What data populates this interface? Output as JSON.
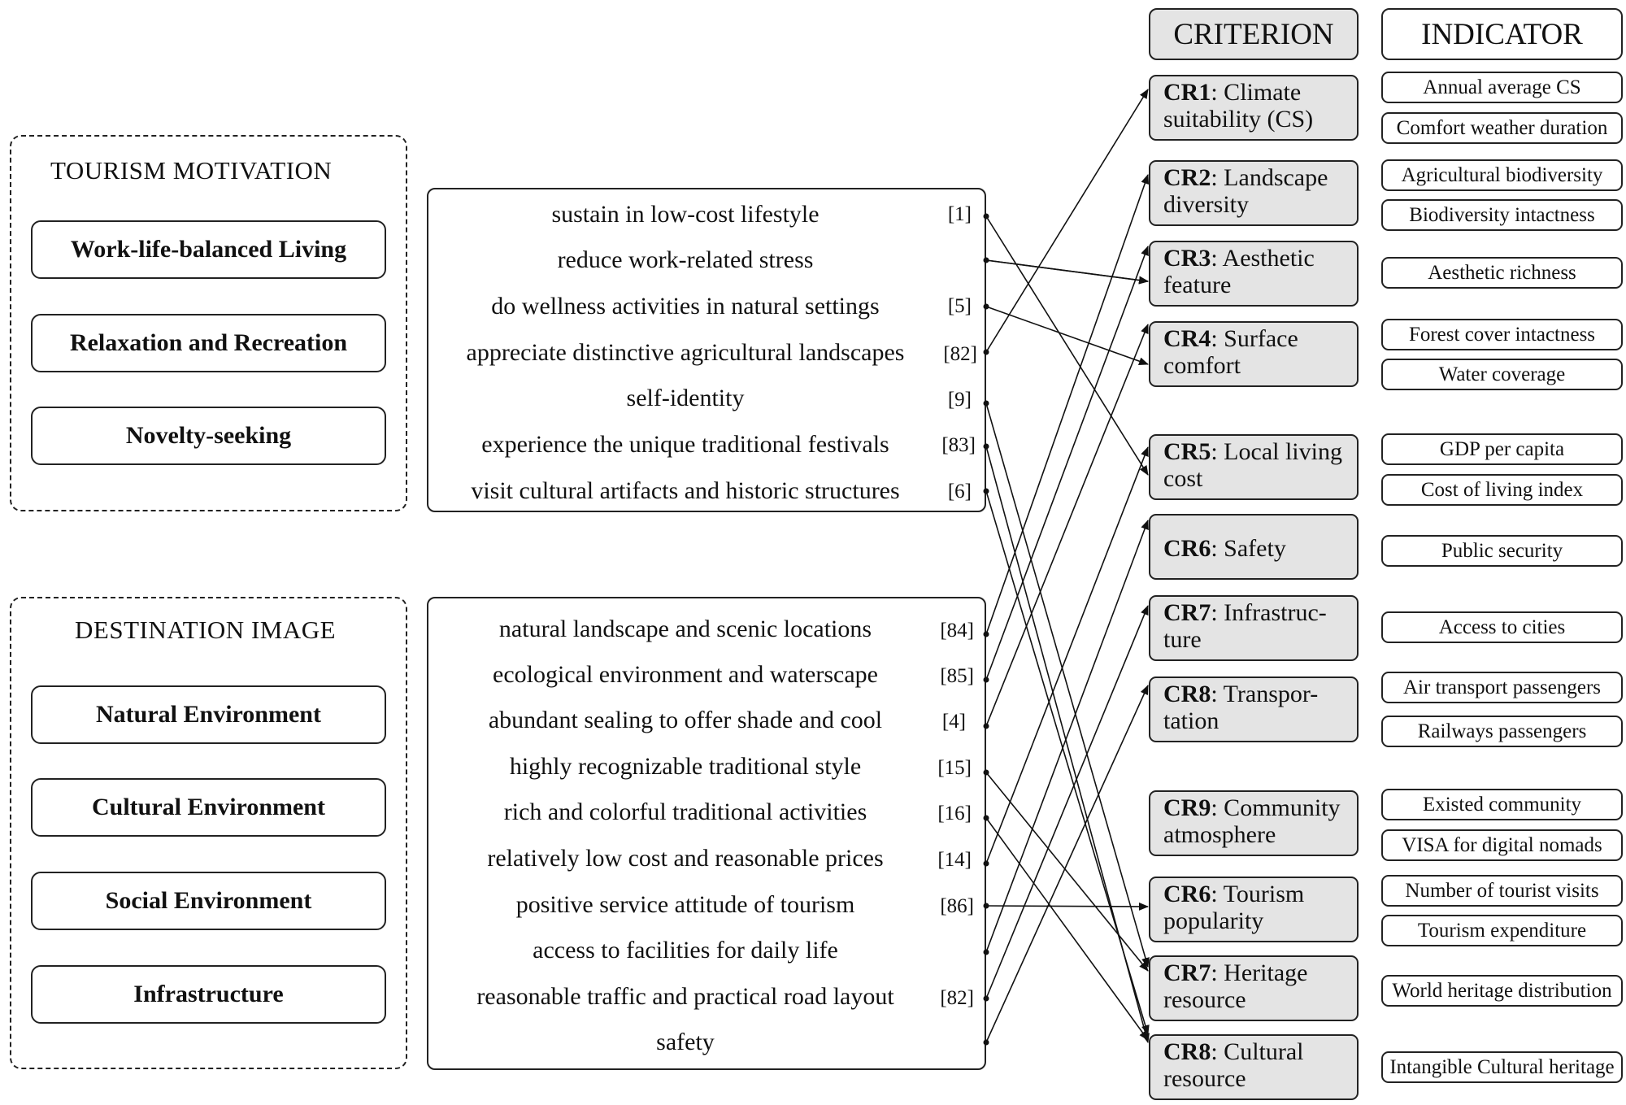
{
  "tourism_motivation": {
    "title": "TOURISM MOTIVATION",
    "items": [
      "Work-life-balanced Living",
      "Relaxation and Recreation",
      "Novelty-seeking"
    ]
  },
  "destination_image": {
    "title": "DESTINATION IMAGE",
    "items": [
      "Natural Environment",
      "Cultural Environment",
      "Social Environment",
      "Infrastructure"
    ]
  },
  "motivation_statements": [
    {
      "text": "sustain in low-cost lifestyle",
      "ref": "[1]"
    },
    {
      "text": "reduce work-related stress",
      "ref": ""
    },
    {
      "text": "do wellness activities in natural settings",
      "ref": "[5]"
    },
    {
      "text": "appreciate distinctive agricultural landscapes",
      "ref": "[82]"
    },
    {
      "text": "self-identity",
      "ref": "[9]"
    },
    {
      "text": "experience the unique traditional festivals",
      "ref": "[83]"
    },
    {
      "text": "visit cultural artifacts and historic structures",
      "ref": "[6]"
    }
  ],
  "image_statements": [
    {
      "text": "natural landscape and scenic locations",
      "ref": "[84]"
    },
    {
      "text": "ecological environment and waterscape",
      "ref": "[85]"
    },
    {
      "text": "abundant sealing to offer shade and cool",
      "ref": "[4]"
    },
    {
      "text": "highly recognizable traditional style",
      "ref": "[15]"
    },
    {
      "text": "rich and colorful traditional activities",
      "ref": "[16]"
    },
    {
      "text": "relatively low cost and reasonable prices",
      "ref": "[14]"
    },
    {
      "text": "positive service attitude of tourism",
      "ref": "[86]"
    },
    {
      "text": "access to facilities for daily life",
      "ref": ""
    },
    {
      "text": "reasonable traffic and practical road layout",
      "ref": "[82]"
    },
    {
      "text": "safety",
      "ref": ""
    }
  ],
  "headers": {
    "criterion": "CRITERION",
    "indicator": "INDICATOR"
  },
  "criteria": [
    {
      "code": "CR1",
      "label": ": Climate suitability (CS)"
    },
    {
      "code": "CR2",
      "label": ": Landscape diversity"
    },
    {
      "code": "CR3",
      "label": ": Aesthetic feature"
    },
    {
      "code": "CR4",
      "label": ": Surface comfort"
    },
    {
      "code": "CR5",
      "label": ": Local living cost"
    },
    {
      "code": "CR6",
      "label": ": Safety"
    },
    {
      "code": "CR7",
      "label": ": Infrastruc-ture"
    },
    {
      "code": "CR8",
      "label": ": Transpor-tation"
    },
    {
      "code": "CR9",
      "label": ": Community atmosphere"
    },
    {
      "code": "CR6",
      "label": ": Tourism popularity"
    },
    {
      "code": "CR7",
      "label": ": Heritage resource"
    },
    {
      "code": "CR8",
      "label": ": Cultural resource"
    }
  ],
  "indicators": [
    "Annual average CS",
    "Comfort weather duration",
    "Agricultural biodiversity",
    "Biodiversity intactness",
    "Aesthetic richness",
    "Forest cover intactness",
    "Water coverage",
    "GDP per capita",
    "Cost of living index",
    "Public security",
    "Access to cities",
    "Air transport passengers",
    "Railways passengers",
    "Existed community",
    "VISA for digital nomads",
    "Number of tourist visits",
    "Tourism expenditure",
    "World heritage distribution",
    "Intangible Cultural heritage"
  ]
}
